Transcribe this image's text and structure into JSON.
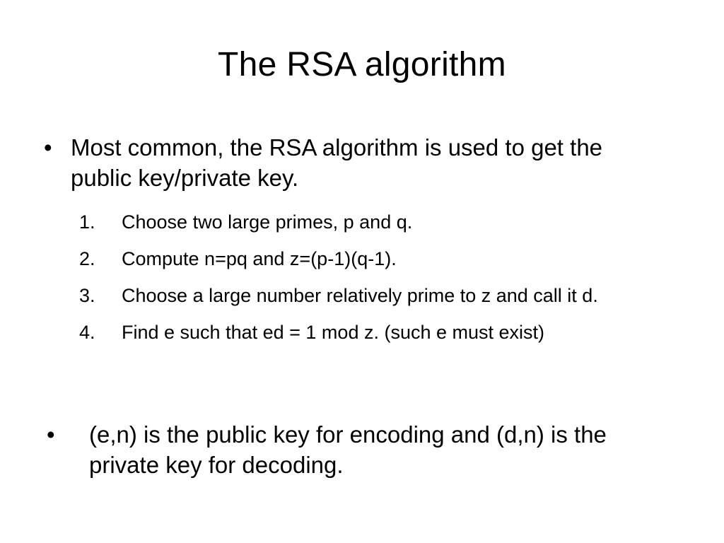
{
  "slide": {
    "title": "The RSA algorithm",
    "bullet_marker": "•",
    "bullet1": "Most common, the RSA algorithm is used to get the public key/private key.",
    "steps": [
      {
        "num": "1.",
        "text": "Choose two large primes, p and q."
      },
      {
        "num": "2.",
        "text": "Compute n=pq and z=(p-1)(q-1)."
      },
      {
        "num": "3.",
        "text": "Choose a large number relatively prime to z and call it d."
      },
      {
        "num": "4.",
        "text": "Find e such that ed = 1 mod z. (such e must exist)"
      }
    ],
    "bullet2": "(e,n) is the public key for encoding and (d,n) is the private key for decoding."
  }
}
